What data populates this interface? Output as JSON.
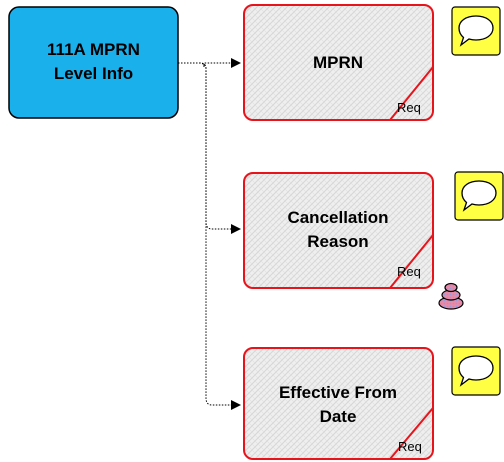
{
  "source_node": {
    "line1": "111A MPRN",
    "line2": "Level Info",
    "fill_color": "#1ab0ec",
    "border_color": "#000000"
  },
  "child_nodes": [
    {
      "line1": "MPRN",
      "line2": "",
      "req_label": "Req",
      "has_note_icon": true,
      "has_stack_icon": false
    },
    {
      "line1": "Cancellation",
      "line2": "Reason",
      "req_label": "Req",
      "has_note_icon": true,
      "has_stack_icon": true
    },
    {
      "line1": "Effective From",
      "line2": "Date",
      "req_label": "Req",
      "has_note_icon": true,
      "has_stack_icon": false
    }
  ],
  "colors": {
    "child_border": "#e8141c",
    "child_fill": "#ececec",
    "note_icon_fill": "#ffff44",
    "connector": "#000000"
  },
  "icons": {
    "note": "speech-bubble-icon",
    "stack": "stacked-discs-icon"
  }
}
